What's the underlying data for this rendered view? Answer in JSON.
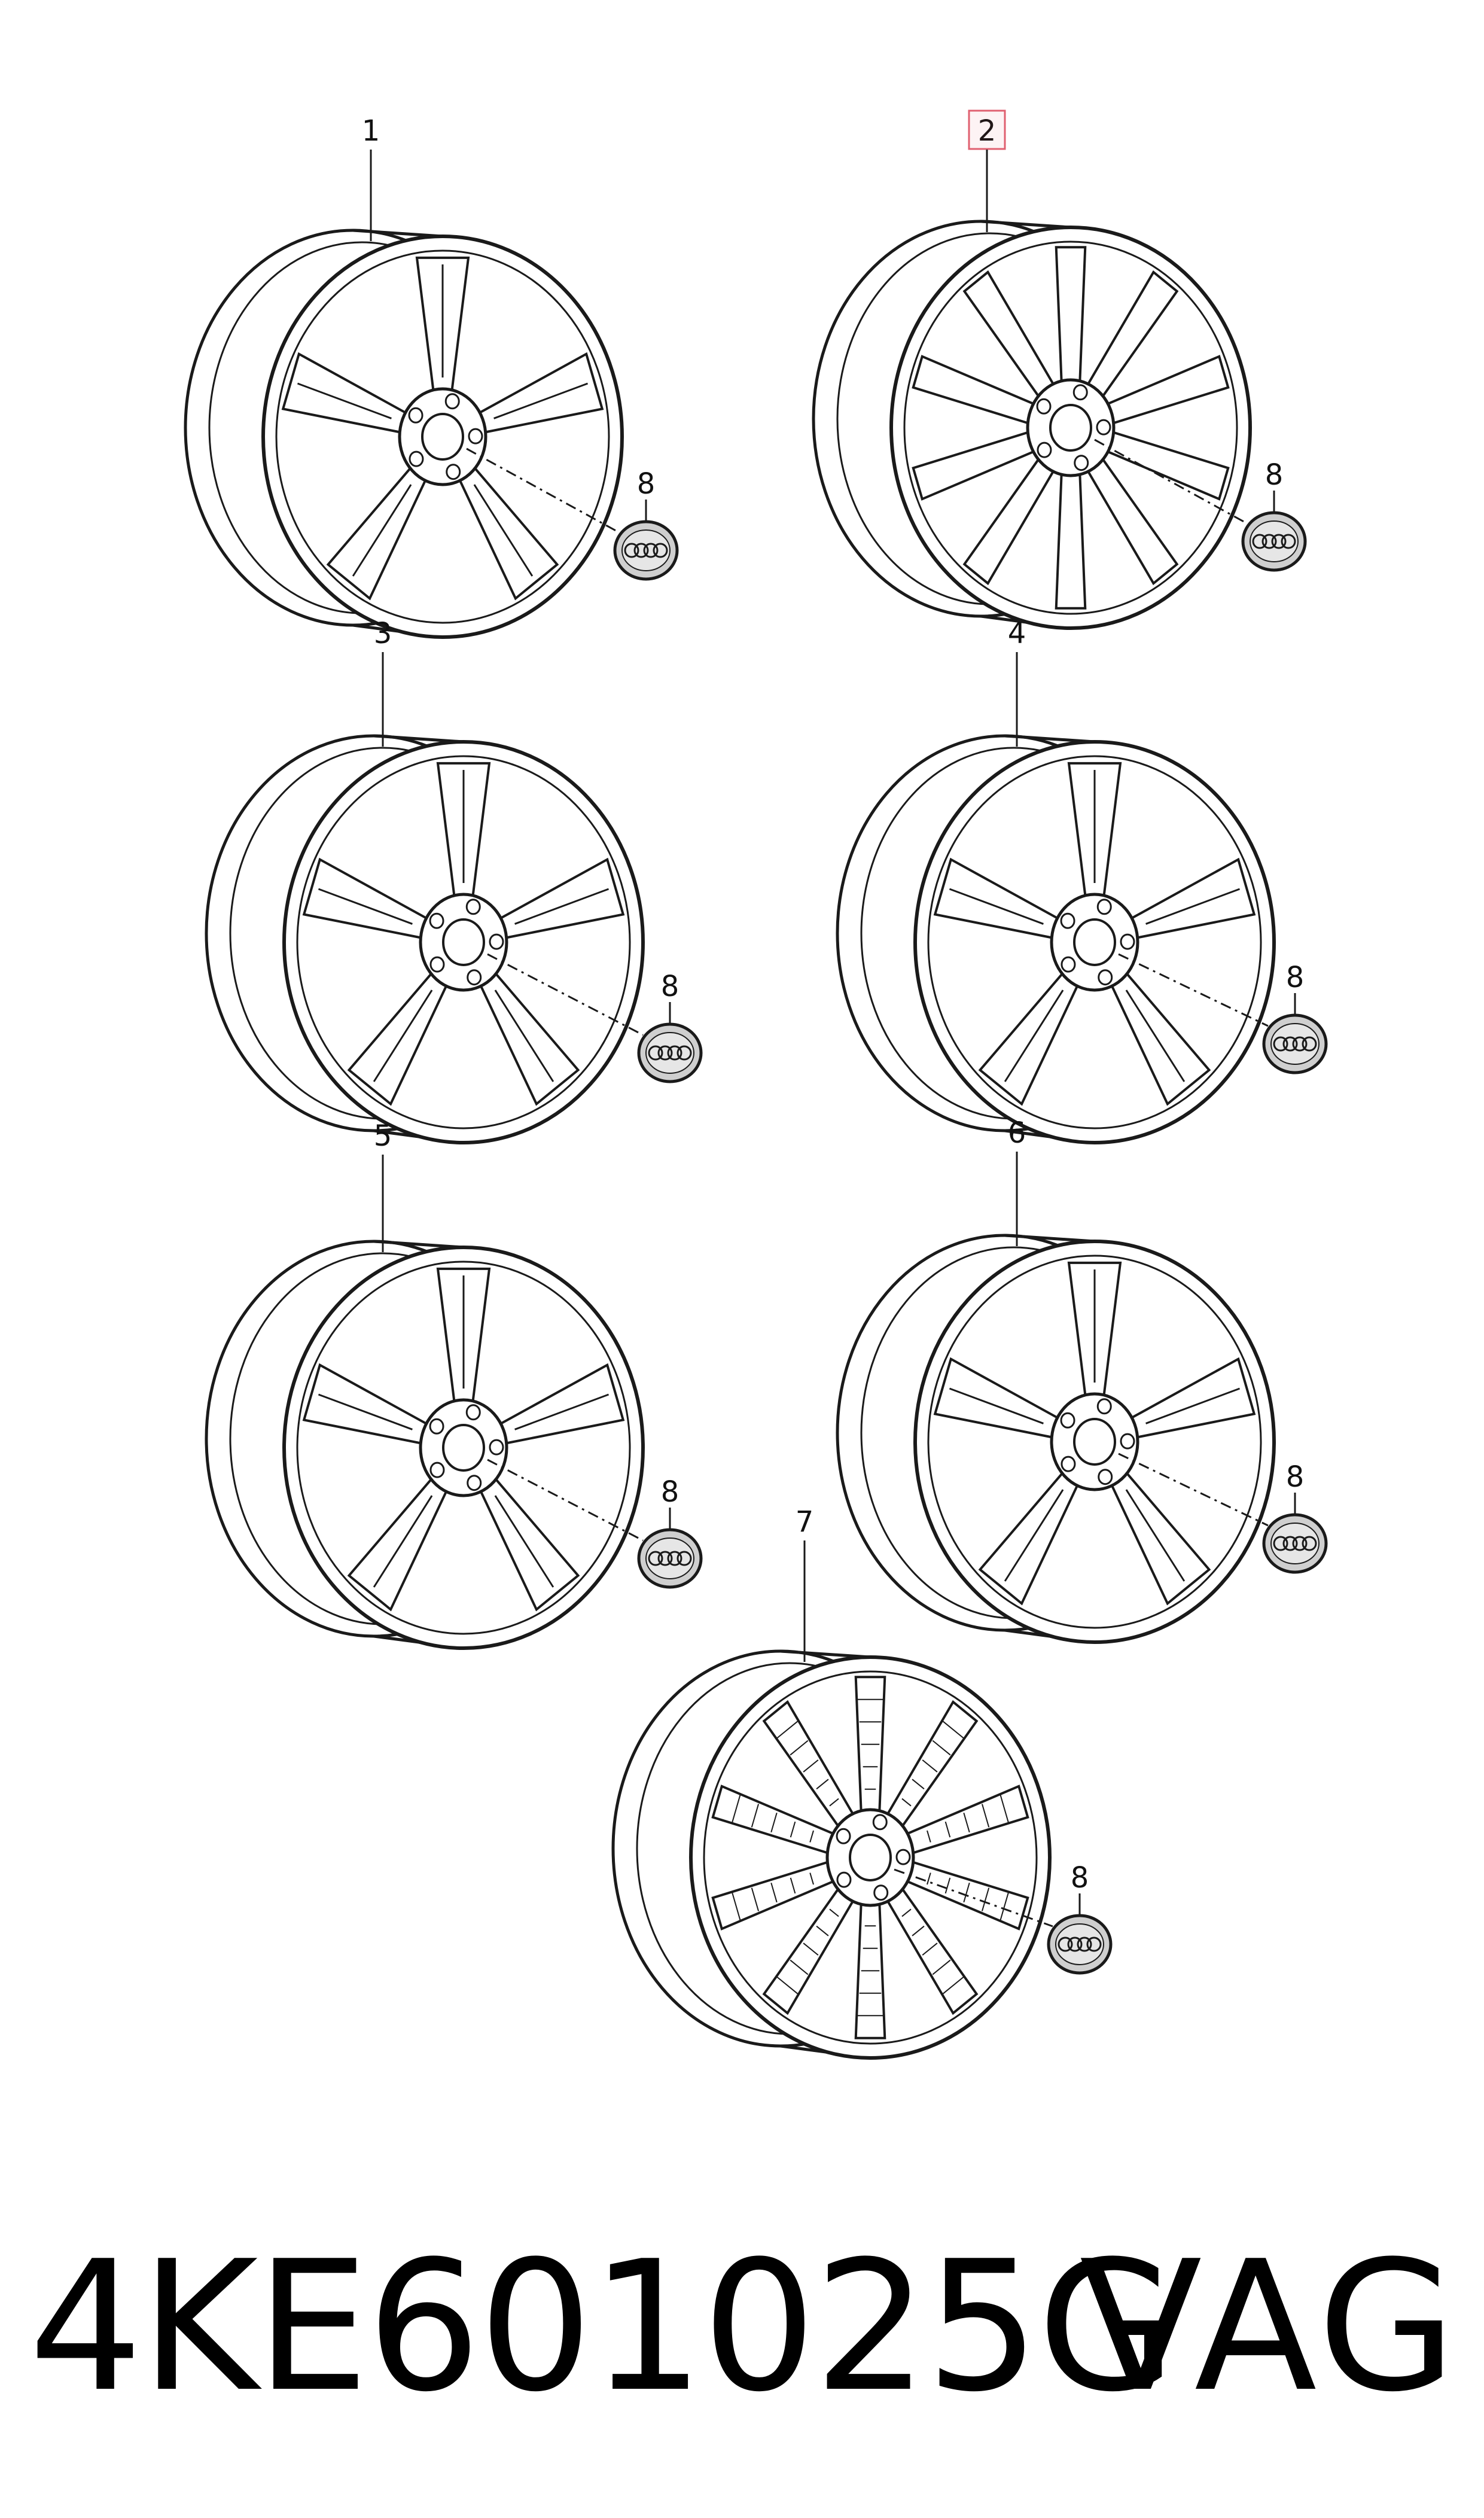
{
  "diagram": {
    "wheels": [
      {
        "callout": "1",
        "spokes": 5,
        "style": "double-spoke",
        "highlighted": false
      },
      {
        "callout": "2",
        "spokes": 10,
        "style": "multi-spoke",
        "highlighted": true
      },
      {
        "callout": "3",
        "spokes": 5,
        "style": "y-spoke",
        "highlighted": false
      },
      {
        "callout": "4",
        "spokes": 5,
        "style": "twisted-spoke",
        "highlighted": false
      },
      {
        "callout": "5",
        "spokes": 5,
        "style": "v-spoke",
        "highlighted": false
      },
      {
        "callout": "6",
        "spokes": 5,
        "style": "blade-spoke",
        "highlighted": false
      },
      {
        "callout": "7",
        "spokes": 10,
        "style": "aero-spoke",
        "highlighted": false
      }
    ],
    "hub_cap_callout": "8",
    "hub_cap_icon": "four-rings-logo-icon",
    "highlight_color": "#e06070",
    "line_color": "#1a1a1a"
  },
  "footer": {
    "part_number": "4KE601025G",
    "brand": "VAG"
  }
}
